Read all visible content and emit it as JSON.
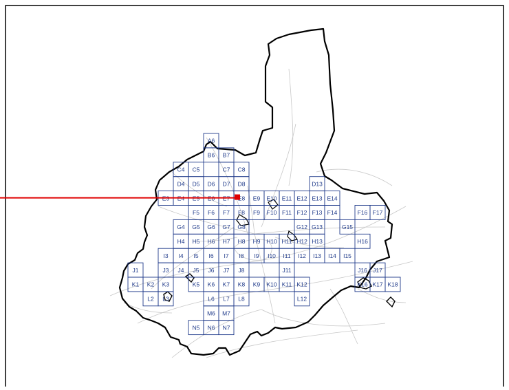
{
  "map": {
    "colors": {
      "frame": "#000000",
      "grid": "#1f3a8a",
      "label": "#1f3a8a",
      "boundary": "#000000",
      "roads": "#c8c8c8",
      "highlight": "#e00000"
    },
    "highlighted_cell": "E8",
    "rows": [
      {
        "row": "A",
        "cols": [
          6
        ]
      },
      {
        "row": "B",
        "cols": [
          6,
          7
        ]
      },
      {
        "row": "C",
        "cols": [
          4,
          5,
          7,
          8
        ]
      },
      {
        "row": "D",
        "cols": [
          4,
          5,
          6,
          7,
          8,
          13
        ]
      },
      {
        "row": "E",
        "cols": [
          3,
          4,
          5,
          6,
          7,
          8,
          9,
          10,
          11,
          12,
          13,
          14
        ]
      },
      {
        "row": "F",
        "cols": [
          5,
          6,
          7,
          8,
          9,
          10,
          11,
          12,
          13,
          14,
          16,
          17
        ]
      },
      {
        "row": "G",
        "cols": [
          4,
          5,
          6,
          7,
          8,
          12,
          13,
          15
        ]
      },
      {
        "row": "H",
        "cols": [
          4,
          5,
          6,
          7,
          8,
          9,
          10,
          11,
          12,
          13,
          16
        ]
      },
      {
        "row": "I",
        "cols": [
          3,
          4,
          5,
          6,
          7,
          8,
          9,
          10,
          11,
          12,
          13,
          14,
          15
        ]
      },
      {
        "row": "J",
        "cols": [
          1,
          3,
          4,
          5,
          6,
          7,
          8,
          11,
          16,
          17
        ]
      },
      {
        "row": "K",
        "cols": [
          1,
          2,
          3,
          5,
          6,
          7,
          8,
          9,
          10,
          11,
          12,
          16,
          17,
          18
        ]
      },
      {
        "row": "L",
        "cols": [
          2,
          3,
          6,
          7,
          8,
          12
        ]
      },
      {
        "row": "M",
        "cols": [
          6,
          7
        ]
      },
      {
        "row": "N",
        "cols": [
          5,
          6,
          7
        ]
      }
    ]
  }
}
